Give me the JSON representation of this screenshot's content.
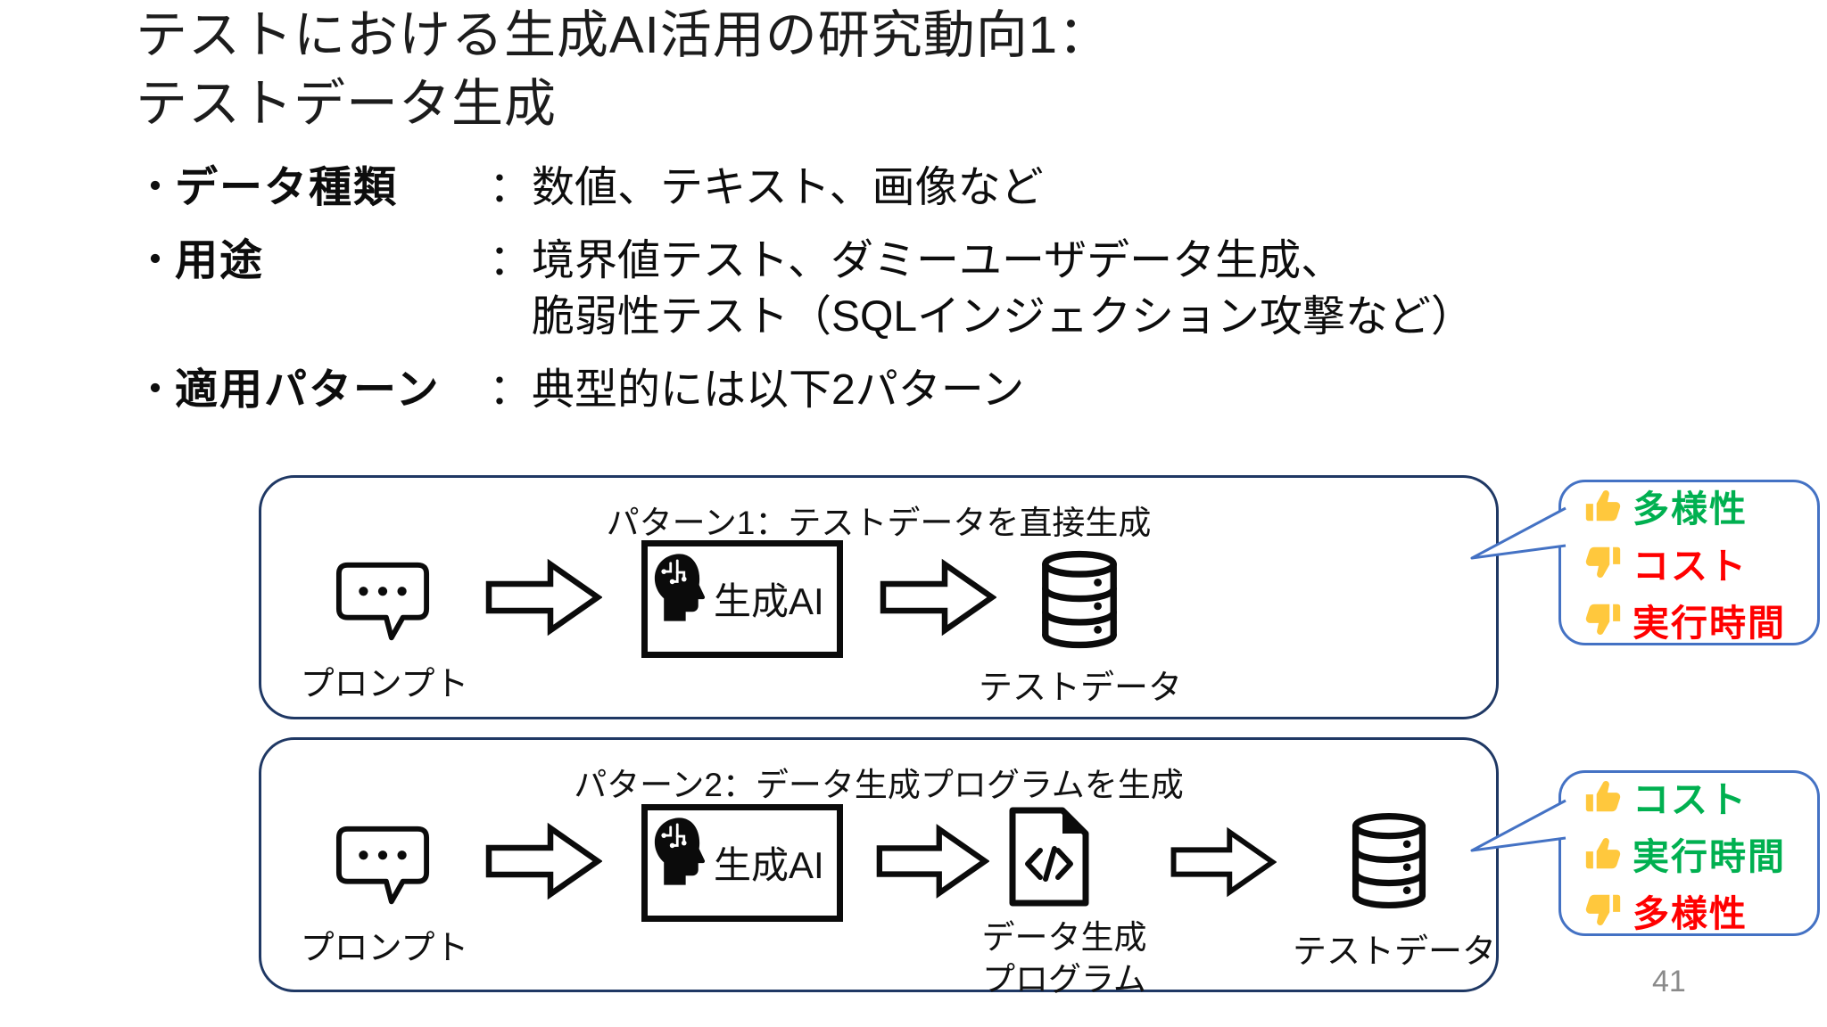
{
  "slide": {
    "title_line1": "テストにおける生成AI活用の研究動向1：",
    "title_line2": "テストデータ生成",
    "page_number": "41"
  },
  "bullets": {
    "marker": "・",
    "colon": "：",
    "items": [
      {
        "label": "データ種類",
        "line1": "数値、テキスト、画像など"
      },
      {
        "label": "用途",
        "line1": "境界値テスト、ダミーユーザデータ生成、",
        "line2": "脆弱性テスト（SQLインジェクション攻撃など）"
      },
      {
        "label": "適用パターン",
        "line1": "典型的には以下2パターン"
      }
    ]
  },
  "patterns": [
    {
      "title": "パターン1：テストデータを直接生成",
      "prompt_label": "プロンプト",
      "ai_label": "生成AI",
      "output_label": "テストデータ"
    },
    {
      "title": "パターン2：データ生成プログラムを生成",
      "prompt_label": "プロンプト",
      "ai_label": "生成AI",
      "program_label_line1": "データ生成",
      "program_label_line2": "プログラム",
      "output_label": "テストデータ"
    }
  ],
  "callouts": [
    {
      "items": [
        {
          "sentiment": "up",
          "text": "多様性"
        },
        {
          "sentiment": "down",
          "text": "コスト"
        },
        {
          "sentiment": "down",
          "text": "実行時間"
        }
      ]
    },
    {
      "items": [
        {
          "sentiment": "up",
          "text": "コスト"
        },
        {
          "sentiment": "up",
          "text": "実行時間"
        },
        {
          "sentiment": "down",
          "text": "多様性"
        }
      ]
    }
  ],
  "colors": {
    "positive": "#00B050",
    "negative": "#FF0000",
    "callout_border": "#4472C4",
    "pattern_border": "#1F3864",
    "page_number": "#8a8a8a",
    "thumb_yellow": "#FFC83D"
  }
}
